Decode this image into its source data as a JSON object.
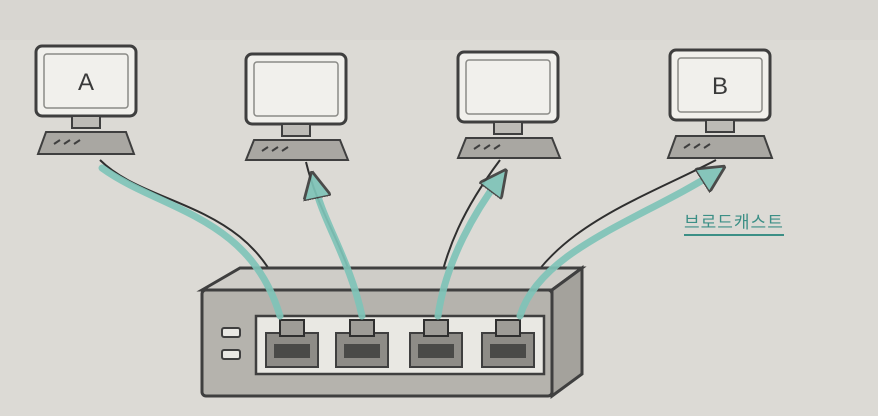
{
  "computers": [
    {
      "id": "pc-a",
      "label": "A"
    },
    {
      "id": "pc-2",
      "label": ""
    },
    {
      "id": "pc-3",
      "label": ""
    },
    {
      "id": "pc-b",
      "label": "B"
    }
  ],
  "broadcast_label": "브로드캐스트",
  "colors": {
    "background": "#dcdad5",
    "device_fill": "#b5b3ad",
    "screen_fill": "#f1f0ec",
    "outline": "#3f3f3f",
    "broadcast_arrow": "#7fc4b8"
  }
}
